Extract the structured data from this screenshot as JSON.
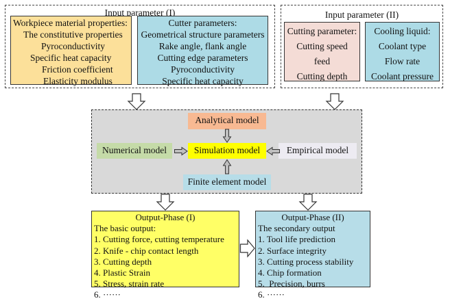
{
  "input_group_1": {
    "title": "Input parameter (I)",
    "workpiece": {
      "heading": "Workpiece material properties:",
      "items": [
        "The constitutive properties",
        "Pyroconductivity",
        "Specific heat capacity",
        "Friction coefficient",
        "Elasticity modulus"
      ],
      "color": "#FCE09A"
    },
    "cutter": {
      "heading": "Cutter parameters:",
      "items": [
        "Geometrical structure parameters",
        "Rake angle, flank angle",
        "Cutting edge parameters",
        "Pyroconductivity",
        "Specific heat capacity"
      ],
      "color": "#ADDBE6"
    }
  },
  "input_group_2": {
    "title": "Input parameter (II)",
    "cutting": {
      "heading": "Cutting parameter:",
      "items": [
        "Cutting speed",
        "feed",
        "Cutting depth"
      ],
      "color": "#F4DCD6"
    },
    "cooling": {
      "heading": "Cooling liquid:",
      "items": [
        "Coolant type",
        "Flow rate",
        "Coolant pressure"
      ],
      "color": "#ADDBE6"
    }
  },
  "models": {
    "background": "#D9D9D9",
    "analytical": {
      "label": "Analytical model",
      "color": "#F8B992"
    },
    "numerical": {
      "label": "Numerical model",
      "color": "#C5DBA8"
    },
    "simulation": {
      "label": "Simulation model",
      "color": "#FFFF00"
    },
    "empirical": {
      "label": "Empirical model",
      "color": "#EDEBF2"
    },
    "finite_element": {
      "label": "Finite element model",
      "color": "#B7DDE8"
    }
  },
  "output_1": {
    "title": "Output-Phase (I)",
    "subtitle": "The basic output:",
    "items": [
      "1. Cutting force, cutting temperature",
      "2. Knife - chip contact length",
      "3. Cutting depth",
      "4. Plastic Strain",
      "5. Stress, strain rate",
      "6. ······"
    ],
    "color": "#FFFF66"
  },
  "output_2": {
    "title": "Output-Phase (II)",
    "subtitle": "The secondary output",
    "items": [
      "1. Tool life prediction",
      "2. Surface integrity",
      "3. Cutting process stability",
      "4. Chip formation",
      "5.  Precision, burrs",
      "6. ······"
    ],
    "color": "#B7DDE8"
  }
}
